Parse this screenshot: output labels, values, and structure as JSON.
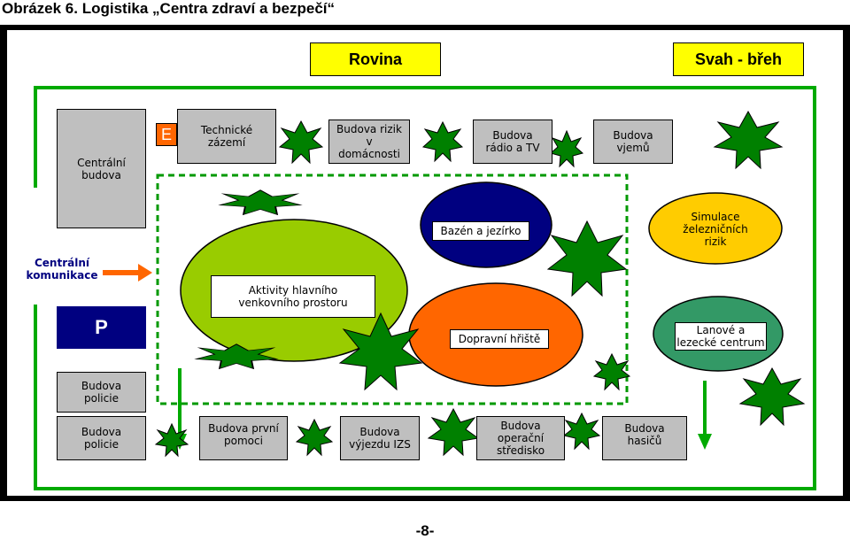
{
  "caption": "Obrázek 6. Logistika „Centra zdraví a bezpečí“",
  "header": {
    "rovina": "Rovina",
    "svah": "Svah - břeh"
  },
  "top_row": {
    "centralni_budova": "Centrální budova",
    "e_label": "E",
    "technicke": "Technické zázemí",
    "rizik_domacnosti": "Budova rizik v domácnosti",
    "radio_tv": "Budova rádio a TV",
    "vjemu": "Budova vjemů"
  },
  "middle": {
    "bazen": "Bazén a jezírko",
    "simulace": "Simulace železničních rizik",
    "aktivity": "Aktivity hlavního venkovního prostoru",
    "dopravni": "Dopravní hřiště",
    "lanove": "Lanové a lezecké centrum"
  },
  "left": {
    "komunikace": "Centrální komunikace",
    "parking": "P",
    "policie_upper": "Budova policie"
  },
  "bottom_row": {
    "policie": "Budova policie",
    "prvni_pomoc": "Budova první pomoci",
    "vyjezd_izs": "Budova výjezdu IZS",
    "operacni": "Budova operační středisko",
    "hasicu": "Budova hasičů"
  },
  "page_number": "-8-",
  "colors": {
    "accent_yellow": "#ffff00",
    "grey_building": "#bfbfbf",
    "green_wall": "#00aa00",
    "tree_green": "#008000",
    "navy": "#000080",
    "orange": "#ff6600",
    "lime": "#99cc00",
    "gold": "#ffcc00",
    "teal_green": "#339966"
  }
}
